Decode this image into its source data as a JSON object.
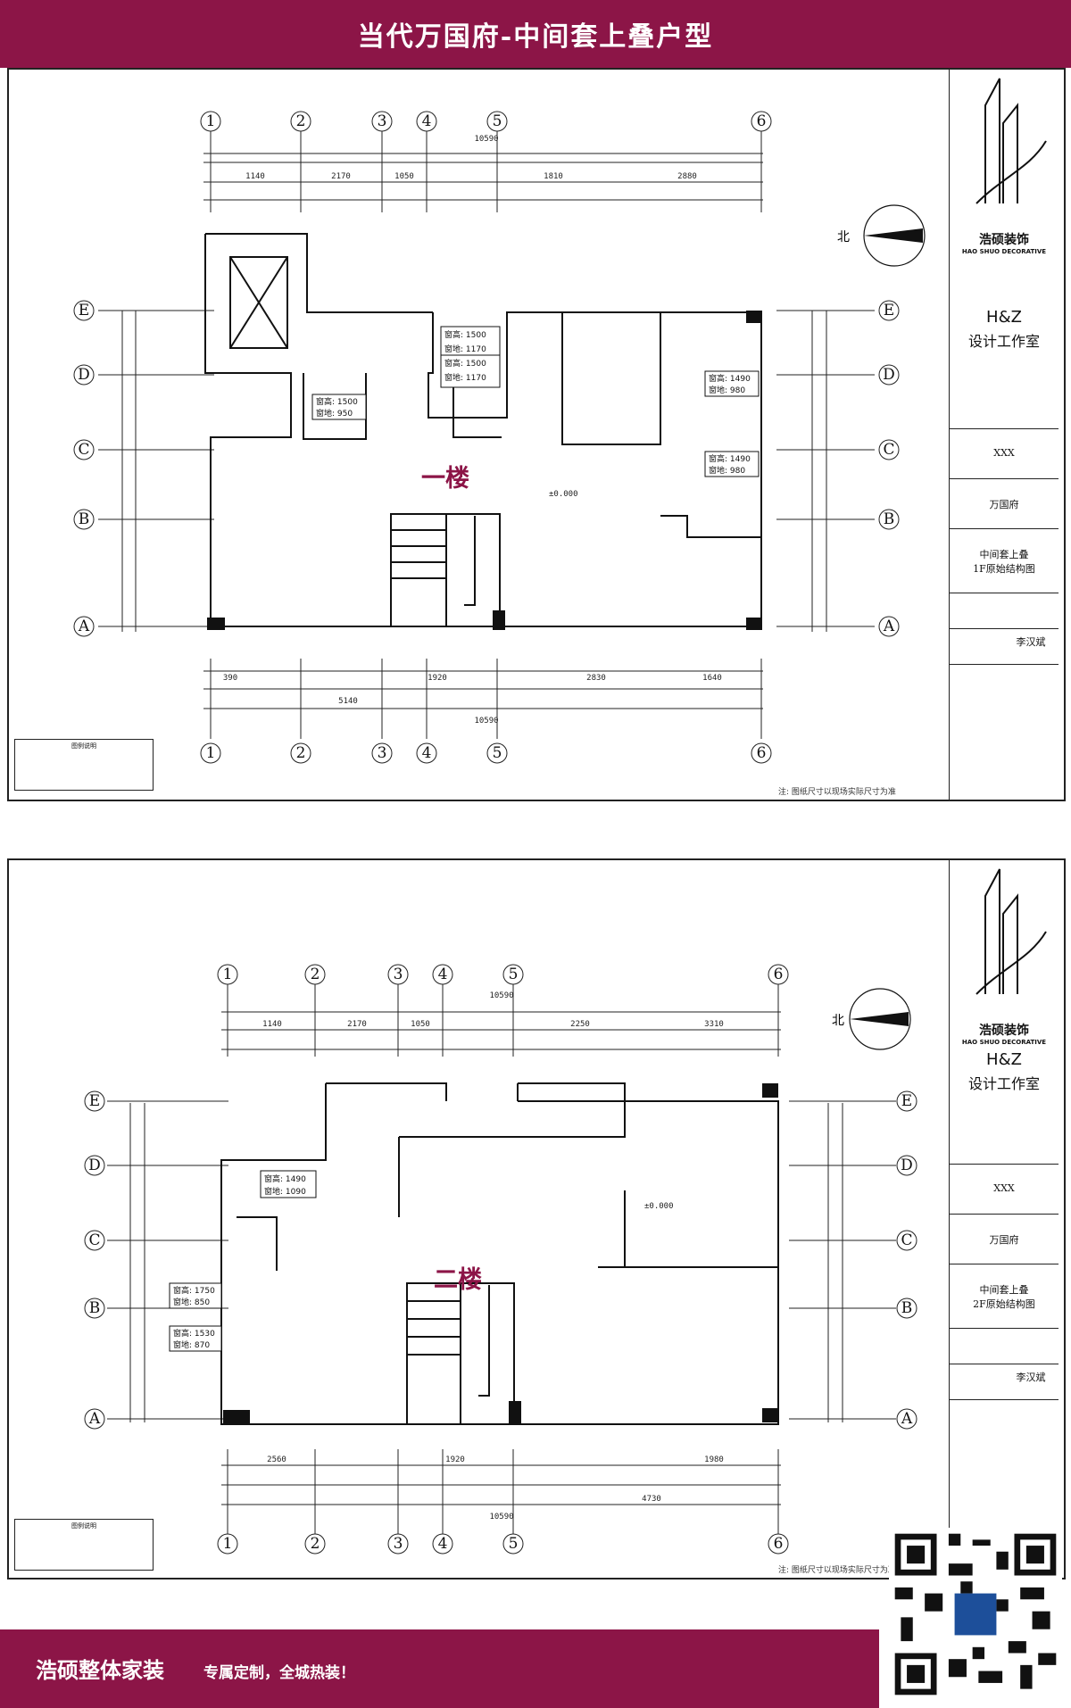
{
  "banner": {
    "title": "当代万国府-中间套上叠户型"
  },
  "floors": [
    {
      "label": "一楼",
      "elevation": "±0.000",
      "overall_dim": "10590",
      "north": "北",
      "axes_x": [
        "1",
        "2",
        "3",
        "4",
        "5",
        "6"
      ],
      "axes_y": [
        "E",
        "D",
        "C",
        "B",
        "A"
      ],
      "top_dims": [
        "1140",
        "2170",
        "1050",
        "1810",
        "2880"
      ],
      "bottom_dims": [
        "390",
        "5140",
        "1920",
        "2830",
        "1640"
      ],
      "windows": [
        {
          "h": "窗高: 1500",
          "s": "窗地: 1170"
        },
        {
          "h": "窗高: 1500",
          "s": "窗地: 1170"
        },
        {
          "h": "窗高: 1500",
          "s": "窗地: 950"
        },
        {
          "h": "窗高: 1490",
          "s": "窗地: 980"
        },
        {
          "h": "窗高: 1490",
          "s": "窗地: 980"
        }
      ],
      "titleblock": {
        "drawing": "中间套上叠",
        "drawing_sub": "1F原始结构图",
        "project": "万国府",
        "owner": "XXX",
        "designer": "李汉斌"
      }
    },
    {
      "label": "二楼",
      "elevation": "±0.000",
      "overall_dim": "10590",
      "north": "北",
      "axes_x": [
        "1",
        "2",
        "3",
        "4",
        "5",
        "6"
      ],
      "axes_y": [
        "E",
        "D",
        "C",
        "B",
        "A"
      ],
      "top_dims": [
        "1140",
        "2170",
        "1050",
        "2250",
        "3310"
      ],
      "bottom_dims": [
        "2560",
        "1920",
        "4730",
        "1980"
      ],
      "windows": [
        {
          "h": "窗高: 1490",
          "s": "窗地: 1090"
        },
        {
          "h": "窗高: 1750",
          "s": "窗地: 850"
        },
        {
          "h": "窗高: 1530",
          "s": "窗地: 870"
        }
      ],
      "titleblock": {
        "drawing": "中间套上叠",
        "drawing_sub": "2F原始结构图",
        "project": "万国府",
        "owner": "XXX",
        "designer": "李汉斌"
      }
    }
  ],
  "studio": {
    "name": "H&Z",
    "sub": "设计工作室",
    "brand_cn": "浩硕装饰",
    "brand_en": "HAO SHUO DECORATIVE"
  },
  "legend": {
    "title": "图例说明"
  },
  "note": "注: 图纸尺寸以现场实际尺寸为准",
  "footer": {
    "company": "浩硕整体家装",
    "slogan": "专属定制，全城热装！"
  },
  "colors": {
    "accent": "#8c1547"
  }
}
